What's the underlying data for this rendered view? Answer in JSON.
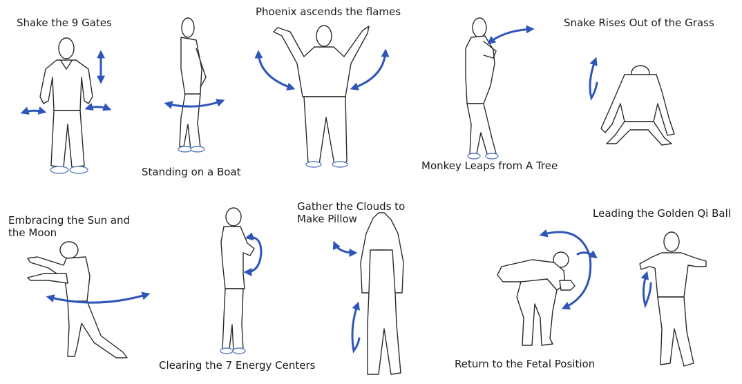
{
  "colors": {
    "arrow": "#2f55b8",
    "figure_outline": "#2a2a2a",
    "shoe_outline": "#5d7fc4",
    "background": "#ffffff",
    "text": "#1a1a1a"
  },
  "exercises": [
    {
      "id": "shake",
      "caption": "Shake the 9 Gates"
    },
    {
      "id": "boat",
      "caption": "Standing on a Boat"
    },
    {
      "id": "phoenix",
      "caption": "Phoenix ascends the flames"
    },
    {
      "id": "monkey",
      "caption": "Monkey Leaps from A Tree"
    },
    {
      "id": "snake",
      "caption": "Snake Rises Out of the Grass"
    },
    {
      "id": "embrace",
      "caption": "Embracing the Sun and the Moon"
    },
    {
      "id": "clearing",
      "caption": "Clearing the 7 Energy Centers"
    },
    {
      "id": "clouds",
      "caption": "Gather the Clouds to Make  Pillow"
    },
    {
      "id": "fetal",
      "caption": "Return to the Fetal Position"
    },
    {
      "id": "qiball",
      "caption": "Leading the Golden Qi Ball"
    }
  ]
}
